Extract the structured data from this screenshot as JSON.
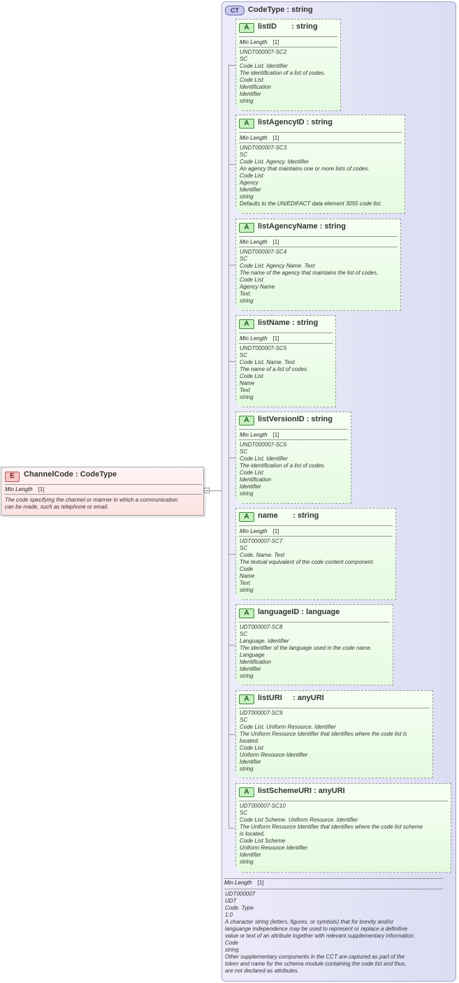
{
  "element": {
    "badge": "E",
    "name": "ChannelCode",
    "type": "CodeType",
    "facet_label": "Min Length",
    "facet_value": "[1]",
    "documentation": [
      "The code specifying the channel or manner in which a communication",
      "can be made, such as telephone or email."
    ]
  },
  "complex_type": {
    "badge": "CT",
    "title": "CodeType : string",
    "facet_label": "Min Length",
    "facet_value": "[1]",
    "documentation": [
      "UDT000007",
      "UDT",
      "Code. Type",
      "1.0",
      "A character string (letters, figures, or symbols) that for brevity and/or",
      "languange independence may be used to represent or replace a definitive",
      "value or text of an attribute together with relevant supplementary information.",
      "Code",
      "string",
      "Other supplementary components in the CCT are captured as part of the",
      "token and name for the schema module containing the code list and thus,",
      "are not declared as attributes."
    ]
  },
  "attributes": [
    {
      "badge": "A",
      "title": "listID       : string",
      "facet_label": "Min Length",
      "facet_value": "[1]",
      "documentation": [
        "UNDT000007-SC2",
        "SC",
        "Code List. Identifier",
        "The identification of a list of codes.",
        "Code List",
        "Identification",
        "Identifier",
        "string"
      ]
    },
    {
      "badge": "A",
      "title": "listAgencyID : string",
      "facet_label": "Min Length",
      "facet_value": "[1]",
      "documentation": [
        "UNDT000007-SC3",
        "SC",
        "Code List. Agency. Identifier",
        "An agency that maintains one or more lists of codes.",
        "Code List",
        "Agency",
        "Identifier",
        "string",
        "Defaults to the UN/EDIFACT data element 3055 code list."
      ]
    },
    {
      "badge": "A",
      "title": "listAgencyName : string",
      "facet_label": "Min Length",
      "facet_value": "[1]",
      "documentation": [
        "UNDT000007-SC4",
        "SC",
        "Code List. Agency Name. Text",
        "The name of the agency that maintains the list of codes.",
        "Code List",
        "Agency Name",
        "Text",
        "string"
      ]
    },
    {
      "badge": "A",
      "title": "listName : string",
      "facet_label": "Min Length",
      "facet_value": "[1]",
      "documentation": [
        "UNDT000007-SC5",
        "SC",
        "Code List. Name. Text",
        "The name of a list of codes.",
        "Code List",
        "Name",
        "Text",
        "string"
      ]
    },
    {
      "badge": "A",
      "title": "listVersionID : string",
      "facet_label": "Min Length",
      "facet_value": "[1]",
      "documentation": [
        "UNDT000007-SC6",
        "SC",
        "Code List. Identifier",
        "The identification of a list of codes.",
        "Code List",
        "Identification",
        "Identifier",
        "string"
      ]
    },
    {
      "badge": "A",
      "title": "name       : string",
      "facet_label": "Min Length",
      "facet_value": "[1]",
      "documentation": [
        "UDT000007-SC7",
        "SC",
        "Code. Name. Text",
        "The textual equivalent of the code content component.",
        "Code",
        "Name",
        "Text",
        "string"
      ]
    },
    {
      "badge": "A",
      "title": "languageID : language",
      "facet_label": "",
      "facet_value": "",
      "documentation": [
        "UDT000007-SC8",
        "SC",
        "Language. Identifier",
        "The identifier of the language used in the code name.",
        "Language",
        "Identification",
        "Identifier",
        "string"
      ]
    },
    {
      "badge": "A",
      "title": "listURI     : anyURI",
      "facet_label": "",
      "facet_value": "",
      "documentation": [
        "UDT000007-SC9",
        "SC",
        "Code List. Uniform Resource. Identifier",
        "The Uniform Resource Identifier that identifies where the code list is",
        "located.",
        "Code List",
        "Uniform Resource Identifier",
        "Identifier",
        "string"
      ]
    },
    {
      "badge": "A",
      "title": "listSchemeURI : anyURI",
      "facet_label": "",
      "facet_value": "",
      "documentation": [
        "UDT000007-SC10",
        "SC",
        "Code List Scheme. Uniform Resource. Identifier",
        "The Uniform Resource Identifier that identifies where the code list scheme",
        "is located.",
        "Code List Scheme",
        "Uniform Resource Identifier",
        "Identifier",
        "string"
      ]
    }
  ]
}
